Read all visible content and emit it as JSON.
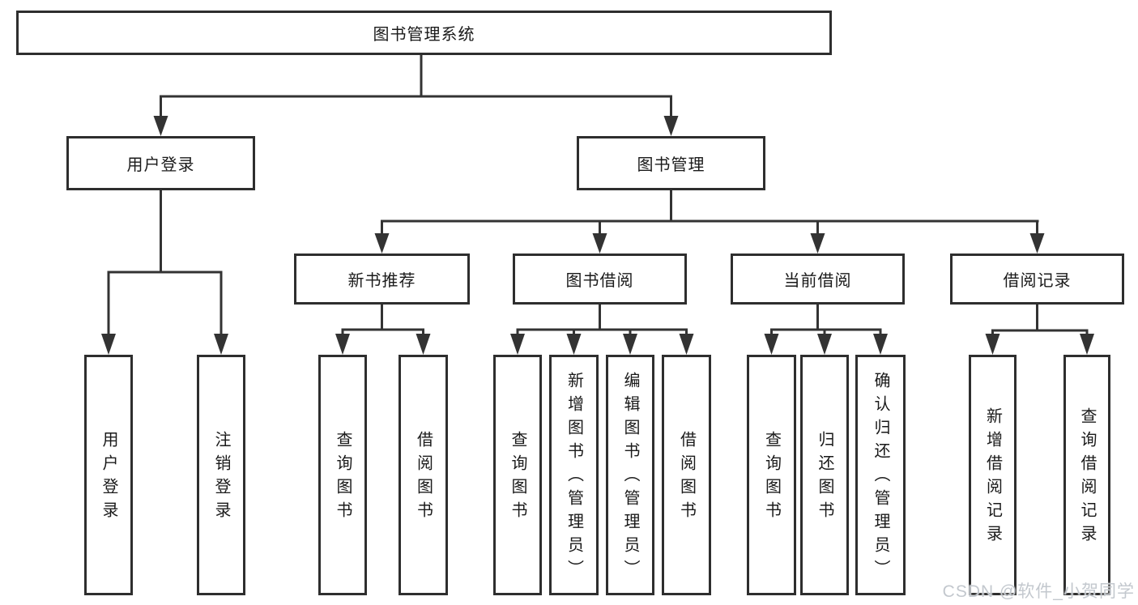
{
  "colors": {
    "background": "#ffffff",
    "line": "#333333",
    "box-border": "#2e2e2e",
    "text": "#1a1a1a",
    "watermark": "#c3c8ce"
  },
  "diagram": {
    "root": {
      "label": "图书管理系统"
    },
    "level2": {
      "user_login": {
        "label": "用户登录"
      },
      "book_mgmt": {
        "label": "图书管理"
      }
    },
    "level3": {
      "new_book_rec": {
        "label": "新书推荐"
      },
      "book_borrow": {
        "label": "图书借阅"
      },
      "current_borrow": {
        "label": "当前借阅"
      },
      "borrow_records": {
        "label": "借阅记录"
      }
    },
    "level4": {
      "user_login_op": {
        "label": "用户登录"
      },
      "logout_op": {
        "label": "注销登录"
      },
      "query_books_rec": {
        "label": "查询图书"
      },
      "borrow_books_rec": {
        "label": "借阅图书"
      },
      "query_books_borrow": {
        "label": "查询图书"
      },
      "add_book_admin": {
        "label": "新增图书（管理员）"
      },
      "edit_book_admin": {
        "label": "编辑图书（管理员）"
      },
      "borrow_books_borrow": {
        "label": "借阅图书"
      },
      "query_books_current": {
        "label": "查询图书"
      },
      "return_book": {
        "label": "归还图书"
      },
      "confirm_return_admin": {
        "label": "确认归还（管理员）"
      },
      "add_borrow_record": {
        "label": "新增借阅记录"
      },
      "query_borrow_record": {
        "label": "查询借阅记录"
      }
    }
  },
  "watermark": {
    "text": "CSDN @软件_小贺同学"
  }
}
